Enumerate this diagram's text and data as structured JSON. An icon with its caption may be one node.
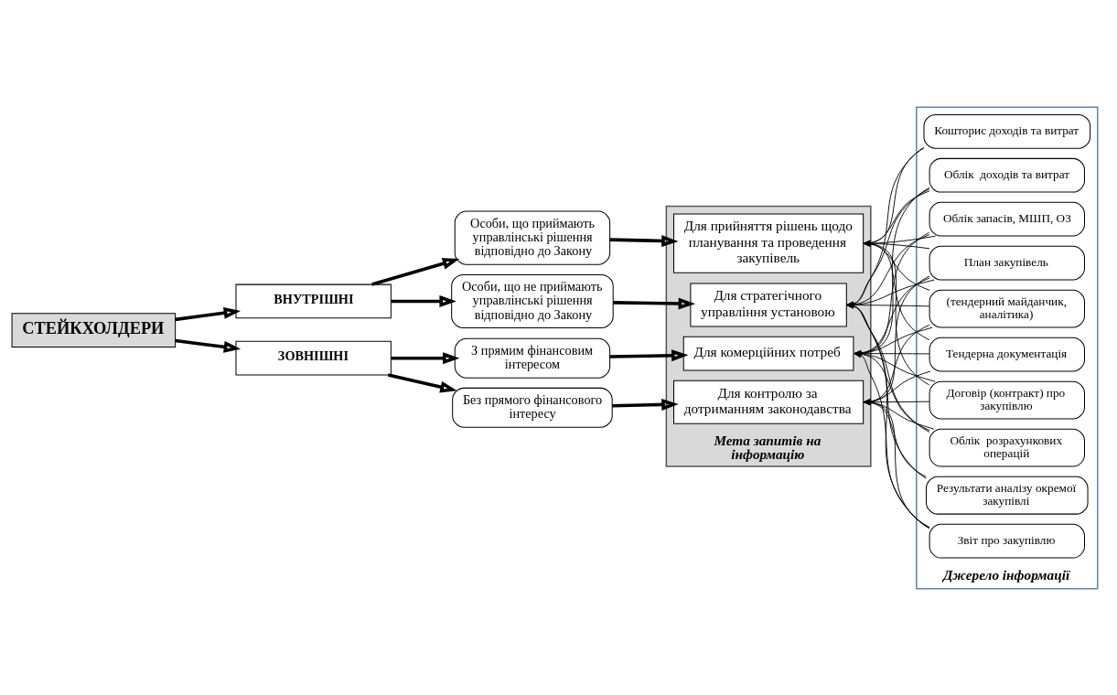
{
  "diagram": {
    "nodes": [
      {
        "text": [
          "СТЕЙКХОЛДЕРИ"
        ]
      },
      {
        "text": [
          "ВНУТРІШНІ"
        ]
      },
      {
        "text": [
          "Особи, що приймають управлінські рішення відповідно до Закону"
        ]
      },
      {
        "text": [
          "Особи, що не приймають управлінські рішення відповідно до Закону"
        ]
      },
      {
        "text": [
          "ЗОВНІШНІ"
        ]
      },
      {
        "text": [
          "З прямим фінансовим інтересом"
        ]
      },
      {
        "text": [
          "Без прямого фінансового інтересу"
        ]
      },
      {
        "text": [
          "Мета запитів на інформацію"
        ]
      },
      {
        "text": [
          "Для прийняття рішень щодо планування та проведення закупівель"
        ],
        "in": 7
      },
      {
        "text": [
          "Для стратегічного управління установою"
        ],
        "in": 7
      },
      {
        "text": [
          "Для комерційних потреб"
        ],
        "in": 7
      },
      {
        "text": [
          "Для контролю за дотриманням законодавства"
        ],
        "in": 7
      },
      {
        "text": [
          "Джерело інформації"
        ]
      },
      {
        "text": [
          "Кошторис доходів та витрат"
        ],
        "in": 12
      },
      {
        "text": [
          "Облік  доходів та витрат"
        ],
        "in": 12
      },
      {
        "text": [
          "Облік запасів, МШП, ОЗ"
        ],
        "in": 12
      },
      {
        "text": [
          "Облік  розрахункових операцій"
        ],
        "in": 12
      },
      {
        "text": [
          "План закупівель"
        ],
        "in": 12
      },
      {
        "text": [
          "Тендерна документація"
        ],
        "in": 12
      },
      {
        "text": [
          "Договір (контракт) про закупівлю"
        ],
        "in": 12
      },
      {
        "text": [
          "Звіт про закупівлю"
        ],
        "in": 12
      },
      {
        "text": [
          "(тендерний майданчик, аналітика)"
        ],
        "in": 12
      },
      {
        "text": [
          "Результати аналізу окремої закупівлі"
        ],
        "in": 12
      }
    ],
    "edges": [
      {
        "from": 0,
        "to": 1,
        "arrow": "to",
        "style": "thick"
      },
      {
        "from": 0,
        "to": 4,
        "arrow": "to",
        "style": "thick"
      },
      {
        "from": 1,
        "to": 2,
        "arrow": "to",
        "style": "thick"
      },
      {
        "from": 1,
        "to": 3,
        "arrow": "to",
        "style": "thick"
      },
      {
        "from": 4,
        "to": 5,
        "arrow": "to",
        "style": "thick"
      },
      {
        "from": 4,
        "to": 6,
        "arrow": "to",
        "style": "thick"
      },
      {
        "from": 2,
        "to": 8,
        "arrow": "to",
        "style": "thick"
      },
      {
        "from": 3,
        "to": 9,
        "arrow": "to",
        "style": "thick"
      },
      {
        "from": 5,
        "to": 10,
        "arrow": "to",
        "style": "thick"
      },
      {
        "from": 6,
        "to": 11,
        "arrow": "to",
        "style": "thick"
      },
      {
        "from": 13,
        "to": 8,
        "arrow": "to"
      },
      {
        "from": 14,
        "to": 8,
        "arrow": "to"
      },
      {
        "from": 15,
        "to": 8,
        "arrow": "to"
      },
      {
        "from": 17,
        "to": 8,
        "arrow": "to"
      },
      {
        "from": 18,
        "to": 8,
        "arrow": "to"
      },
      {
        "from": 19,
        "to": 8,
        "arrow": "to"
      },
      {
        "from": 21,
        "to": 8,
        "arrow": "to"
      },
      {
        "from": 13,
        "to": 9,
        "arrow": "to"
      },
      {
        "from": 14,
        "to": 9,
        "arrow": "to"
      },
      {
        "from": 15,
        "to": 9,
        "arrow": "to"
      },
      {
        "from": 16,
        "to": 9,
        "arrow": "to"
      },
      {
        "from": 17,
        "to": 9,
        "arrow": "to"
      },
      {
        "from": 20,
        "to": 9,
        "arrow": "to"
      },
      {
        "from": 21,
        "to": 9,
        "arrow": "to"
      },
      {
        "from": 22,
        "to": 9,
        "arrow": "to"
      },
      {
        "from": 14,
        "to": 10,
        "arrow": "to"
      },
      {
        "from": 15,
        "to": 10,
        "arrow": "to"
      },
      {
        "from": 16,
        "to": 10,
        "arrow": "to"
      },
      {
        "from": 17,
        "to": 10,
        "arrow": "to"
      },
      {
        "from": 18,
        "to": 10,
        "arrow": "to"
      },
      {
        "from": 19,
        "to": 10,
        "arrow": "to"
      },
      {
        "from": 20,
        "to": 10,
        "arrow": "to"
      },
      {
        "from": 21,
        "to": 10,
        "arrow": "to"
      },
      {
        "from": 16,
        "to": 11,
        "arrow": "to"
      },
      {
        "from": 17,
        "to": 11,
        "arrow": "to"
      },
      {
        "from": 18,
        "to": 11,
        "arrow": "to"
      },
      {
        "from": 19,
        "to": 11,
        "arrow": "to"
      },
      {
        "from": 20,
        "to": 11,
        "arrow": "to"
      },
      {
        "from": 21,
        "to": 11,
        "arrow": "to"
      },
      {
        "from": 22,
        "to": 11,
        "arrow": "to"
      }
    ]
  }
}
